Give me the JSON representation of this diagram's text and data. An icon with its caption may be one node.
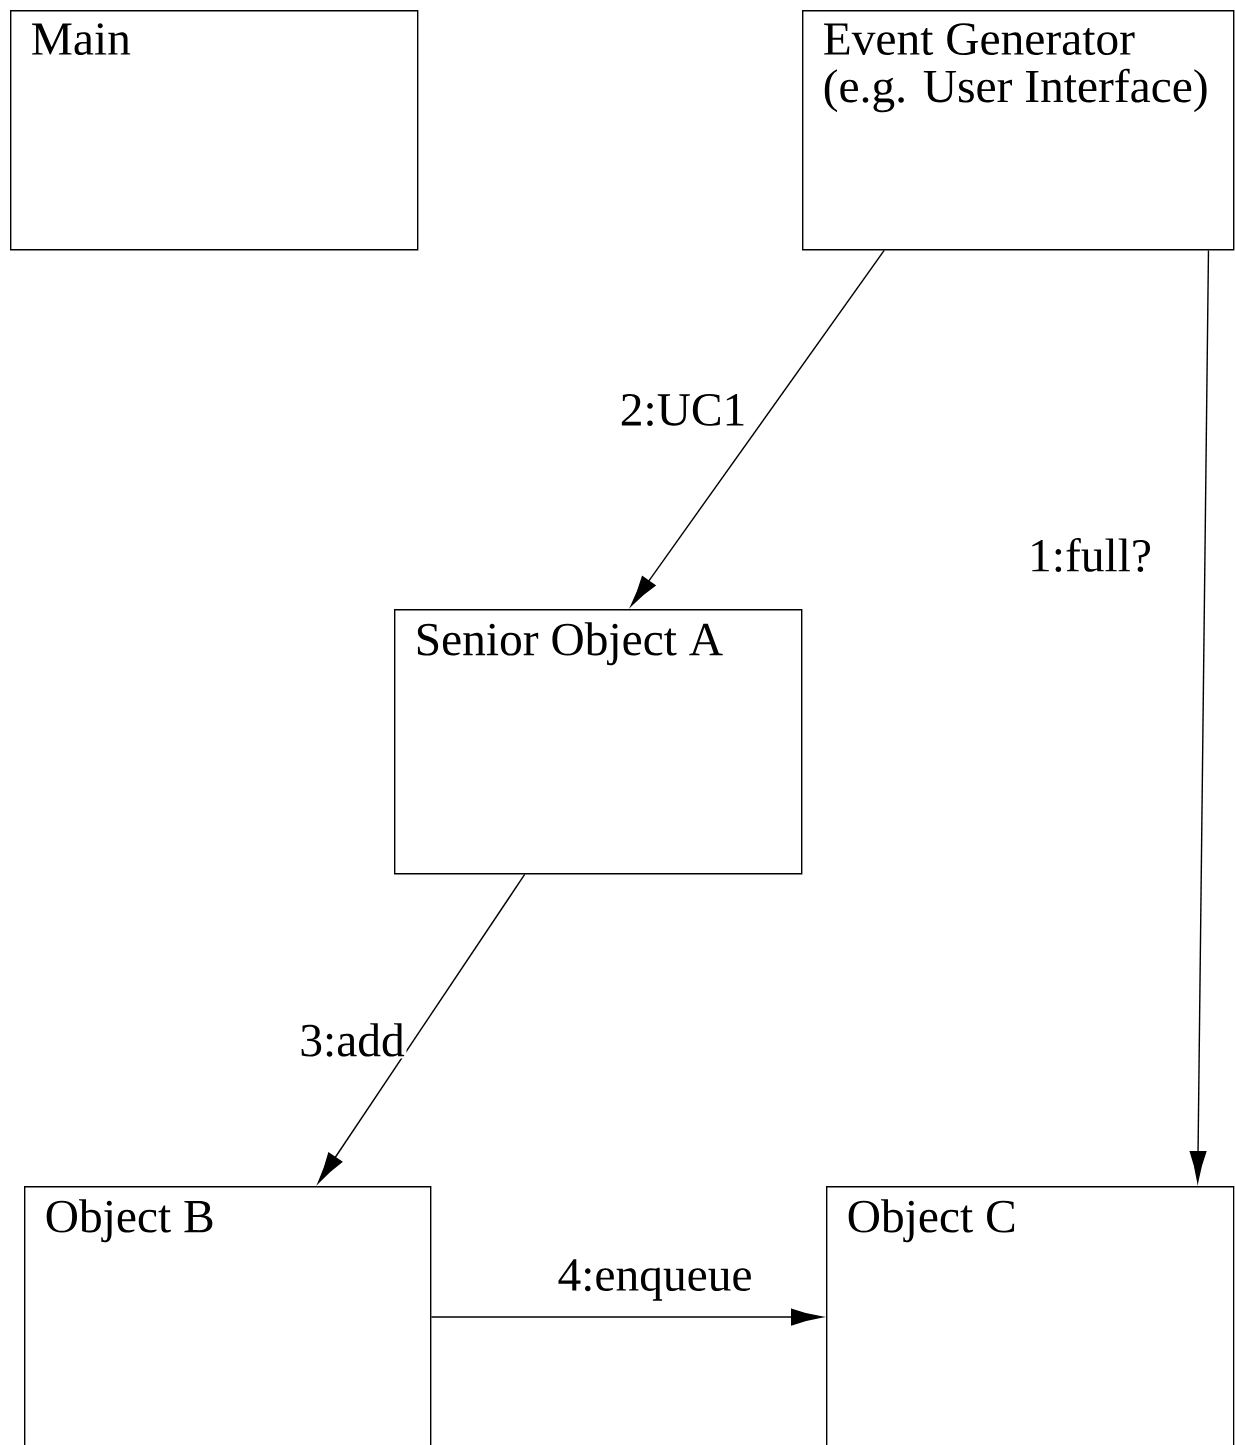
{
  "diagram": {
    "nodes": [
      {
        "text": [
          "Main"
        ]
      },
      {
        "text": [
          "Event Generator (e.g. User Interface)"
        ]
      },
      {
        "text": [
          "Senior Object A"
        ]
      },
      {
        "text": [
          "Object B"
        ]
      },
      {
        "text": [
          "Object C"
        ]
      }
    ],
    "edges": [
      {
        "from": 1,
        "to": 4,
        "arrow": "to",
        "label": "1:full?"
      },
      {
        "from": 1,
        "to": 2,
        "arrow": "to",
        "label": "2:UC1"
      },
      {
        "from": 2,
        "to": 3,
        "arrow": "to",
        "label": "3:add"
      },
      {
        "from": 3,
        "to": 4,
        "arrow": "to",
        "label": "4:enqueue"
      }
    ]
  }
}
